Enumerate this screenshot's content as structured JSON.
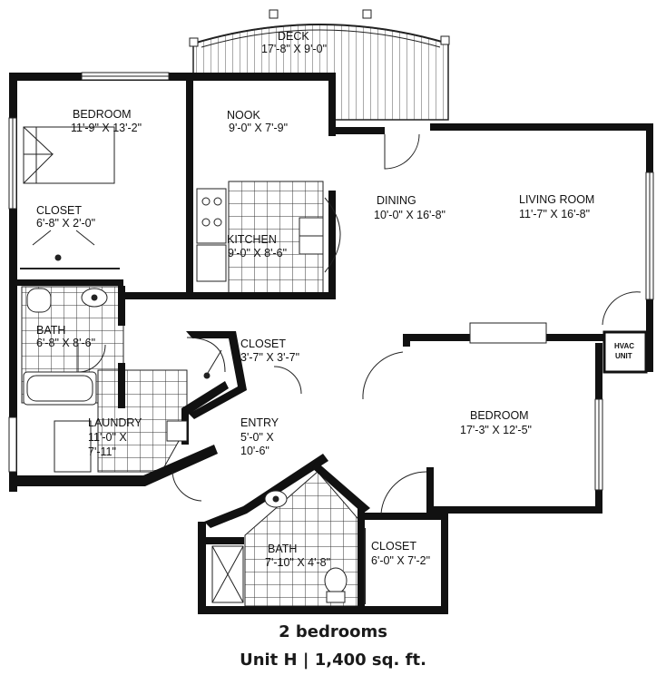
{
  "rooms": {
    "deck": {
      "name": "DECK",
      "dim": "17'-8\" X 9'-0\""
    },
    "bedroom1": {
      "name": "BEDROOM",
      "dim": "11'-9\" X 13'-2\""
    },
    "nook": {
      "name": "NOOK",
      "dim": "9'-0\" X 7'-9\""
    },
    "closet1": {
      "name": "CLOSET",
      "dim": "6'-8\" X 2'-0\""
    },
    "kitchen": {
      "name": "KITCHEN",
      "dim": "9'-0\" X 8'-6\""
    },
    "dining": {
      "name": "DINING",
      "dim": "10'-0\" X 16'-8\""
    },
    "living": {
      "name": "LIVING ROOM",
      "dim": "11'-7\" X 16'-8\""
    },
    "bath1": {
      "name": "BATH",
      "dim": "6'-8\" X 8'-6\""
    },
    "closet2": {
      "name": "CLOSET",
      "dim": "3'-7\" X 3'-7\""
    },
    "hvac": {
      "line1": "HVAC",
      "line2": "UNIT"
    },
    "laundry": {
      "name": "LAUNDRY",
      "dim1": "11'-0\" X",
      "dim2": "7'-11\""
    },
    "entry": {
      "name": "ENTRY",
      "dim1": "5'-0\" X",
      "dim2": "10'-6\""
    },
    "bedroom2": {
      "name": "BEDROOM",
      "dim": "17'-3\" X 12'-5\""
    },
    "bath2": {
      "name": "BATH",
      "dim": "7'-10\" X 4'-8\""
    },
    "closet3": {
      "name": "CLOSET",
      "dim": "6'-0\" X 7'-2\""
    }
  },
  "caption": {
    "line1": "2 bedrooms",
    "line2": "Unit H | 1,400 sq. ft."
  }
}
